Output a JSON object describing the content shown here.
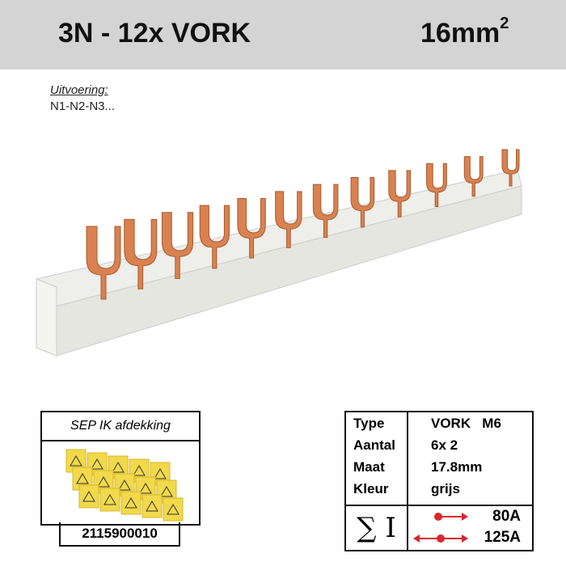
{
  "header": {
    "title": "3N - 12x VORK",
    "size": "16mm",
    "size_sup": "2"
  },
  "uitvoering": {
    "label": "Uitvoering:",
    "value": "N1-N2-N3..."
  },
  "accessory": {
    "caption": "SEP IK afdekking",
    "code": "2115900010"
  },
  "spec": {
    "labels": [
      "Type",
      "Aantal",
      "Maat",
      "Kleur"
    ],
    "values": [
      "VORK   M6",
      "6x 2",
      "17.8mm",
      "grijs"
    ],
    "sum_symbol": "∑ I",
    "currents": [
      "80A",
      "125A"
    ]
  },
  "colors": {
    "header_bg": "#d4d4d4",
    "copper": "#d9824f",
    "arrow": "#d9262b",
    "cover": "#f2d94a"
  }
}
